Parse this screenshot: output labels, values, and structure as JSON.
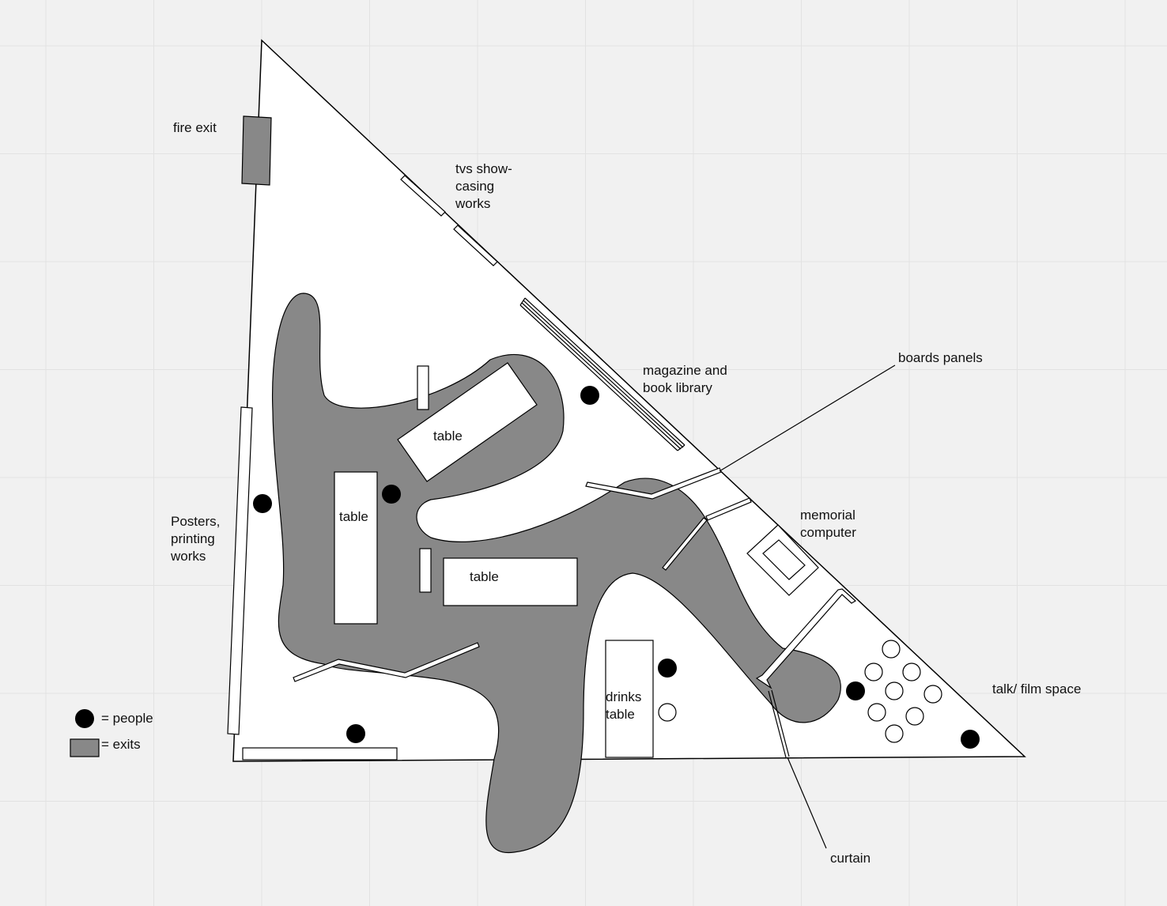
{
  "colors": {
    "background": "#f1f1f1",
    "grid": "#e2e2e2",
    "room_fill": "#ffffff",
    "outline": "#000000",
    "circulation_fill": "#888888",
    "exit_fill": "#888888",
    "person_fill": "#000000",
    "seat_fill": "#ffffff"
  },
  "labels": {
    "fire_exit": "fire exit",
    "tvs": [
      "tvs show-",
      "casing",
      "works"
    ],
    "library": [
      "magazine and",
      "book library"
    ],
    "boards": "boards panels",
    "memorial": [
      "memorial",
      "computer"
    ],
    "posters": [
      "Posters,",
      "printing",
      "works"
    ],
    "talk": "talk/ film space",
    "curtain": "curtain",
    "table_top": "table",
    "table_left": "table",
    "table_mid": "table",
    "drinks": [
      "drinks",
      "table"
    ]
  },
  "legend": {
    "people": "= people",
    "exits": "= exits"
  }
}
